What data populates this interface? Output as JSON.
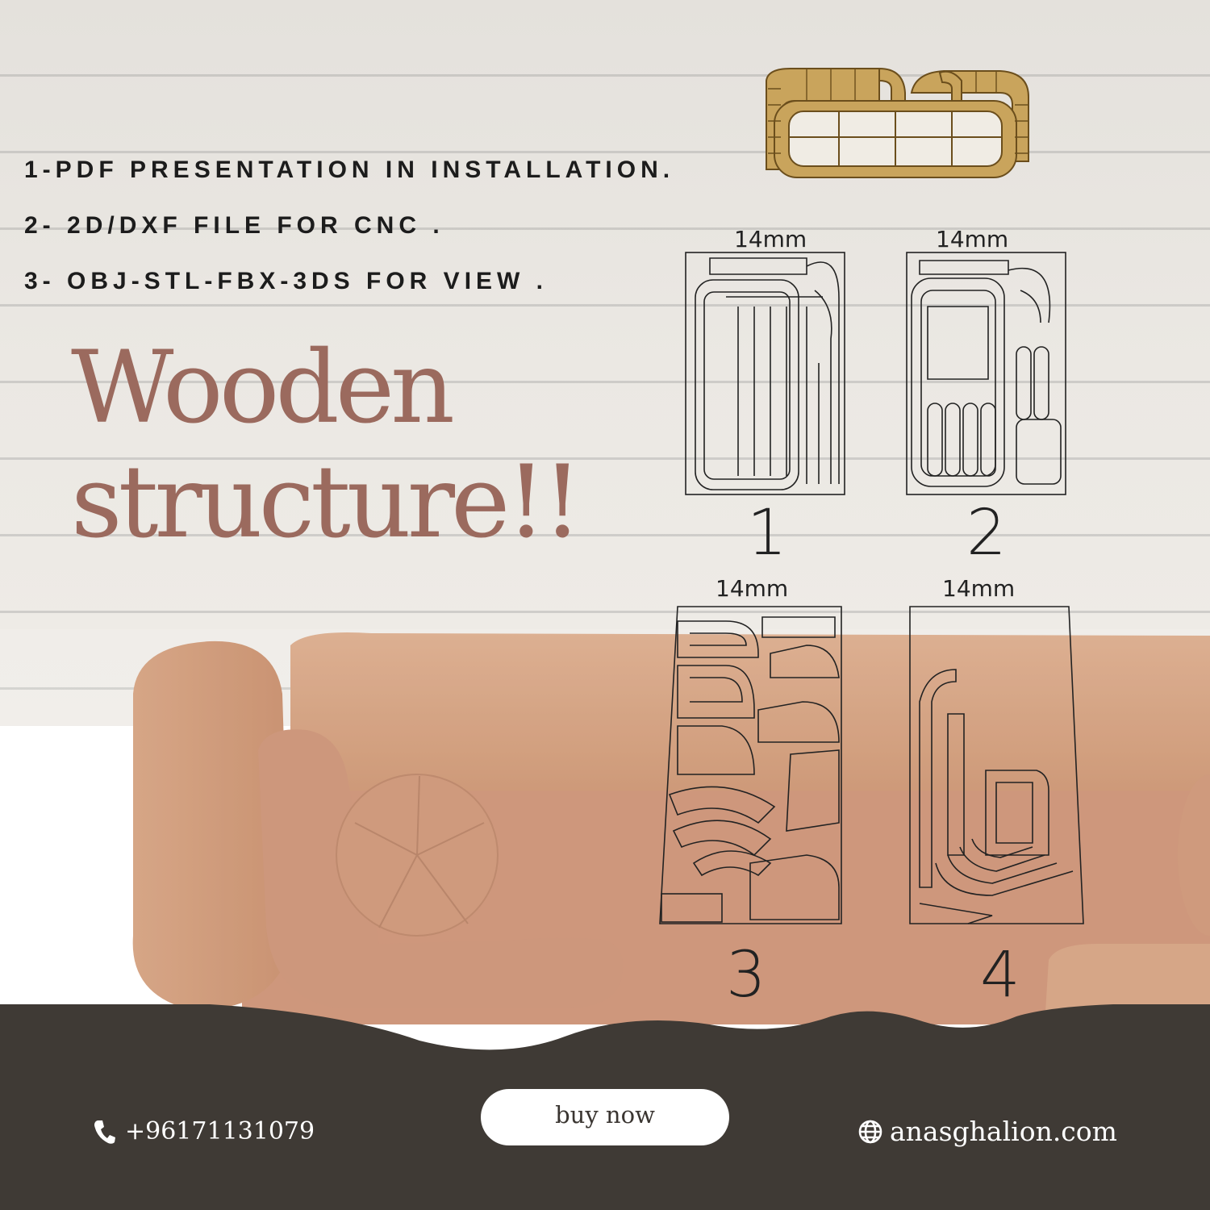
{
  "features": [
    "1-PDF PRESENTATION IN INSTALLATION.",
    "2- 2D/DXF FILE FOR CNC .",
    "3- OBJ-STL-FBX-3DS FOR VIEW ."
  ],
  "headline": {
    "line1": "Wooden",
    "line2": "structure!!"
  },
  "sheets": [
    {
      "thickness": "14mm",
      "number": "1"
    },
    {
      "thickness": "14mm",
      "number": "2"
    },
    {
      "thickness": "14mm",
      "number": "3"
    },
    {
      "thickness": "14mm",
      "number": "4"
    }
  ],
  "footer": {
    "phone": "+96171131079",
    "phone_icon": "phone-icon",
    "button_label": "buy now",
    "website": "anasghalion.com",
    "globe_icon": "globe-icon"
  },
  "colors": {
    "headline": "#9b6a5e",
    "footer_bg": "#3f3a35",
    "sofa": "#c98e6a",
    "wood": "#c9a45c"
  }
}
